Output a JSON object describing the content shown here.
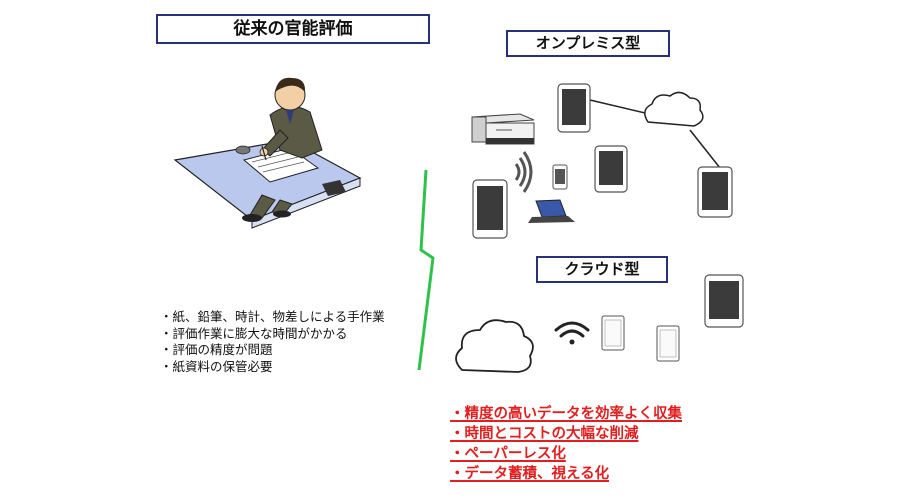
{
  "titles": {
    "traditional": "従来の官能評価",
    "onpremise": "オンプレミス型",
    "cloud": "クラウド型"
  },
  "traditional_points": [
    "紙、鉛筆、時計、物差しによる手作業",
    "評価作業に膨大な時間がかかる",
    "評価の精度が問題",
    "紙資料の保管必要"
  ],
  "benefits": [
    "精度の高いデータを効率よく収集",
    "時間とコストの大幅な削減",
    "ペーパーレス化",
    "データ蓄積、視える化"
  ],
  "colors": {
    "title_border": "#2a2f7a",
    "arrow": "#2fc24a",
    "benefit_text": "#e02020",
    "desk": "#b9c8ec"
  },
  "icons": [
    "person-writing-icon",
    "server-icon",
    "tablet-icon",
    "smartphone-icon",
    "laptop-icon",
    "cloud-icon",
    "wifi-icon",
    "wireless-signal-icon"
  ]
}
